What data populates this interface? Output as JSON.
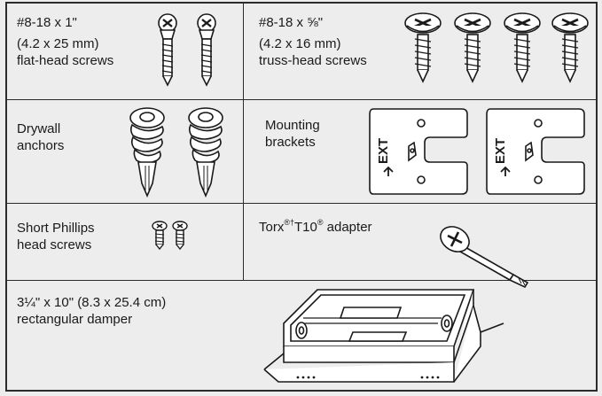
{
  "parts": {
    "flat_head_screws": {
      "line1": "#8-18 x 1\"",
      "line2": "(4.2 x 25 mm)",
      "line3": "flat-head screws"
    },
    "truss_head_screws": {
      "line1": "#8-18 x ⅝\"",
      "line2": "(4.2 x 16 mm)",
      "line3": "truss-head screws"
    },
    "drywall_anchors": {
      "line1": "Drywall",
      "line2": "anchors"
    },
    "mounting_brackets": {
      "line1": "Mounting",
      "line2": "brackets",
      "bracket_text": "EXT"
    },
    "short_phillips": {
      "line1": "Short Phillips",
      "line2": "head screws"
    },
    "torx_adapter": {
      "prefix": "Torx",
      "reg1": "®†",
      "mid": "T10",
      "reg2": "®",
      "suffix": " adapter"
    },
    "damper": {
      "line1": "3¼\" x 10\" (8.3 x 25.4 cm)",
      "line2": "rectangular damper"
    }
  },
  "colors": {
    "background": "#ededed",
    "border": "#2b2b2b",
    "text": "#1a1a1a"
  },
  "icons": [
    "flat-head-screw-icon",
    "truss-head-screw-icon",
    "drywall-anchor-icon",
    "mounting-bracket-icon",
    "short-screw-icon",
    "torx-adapter-icon",
    "damper-icon"
  ]
}
